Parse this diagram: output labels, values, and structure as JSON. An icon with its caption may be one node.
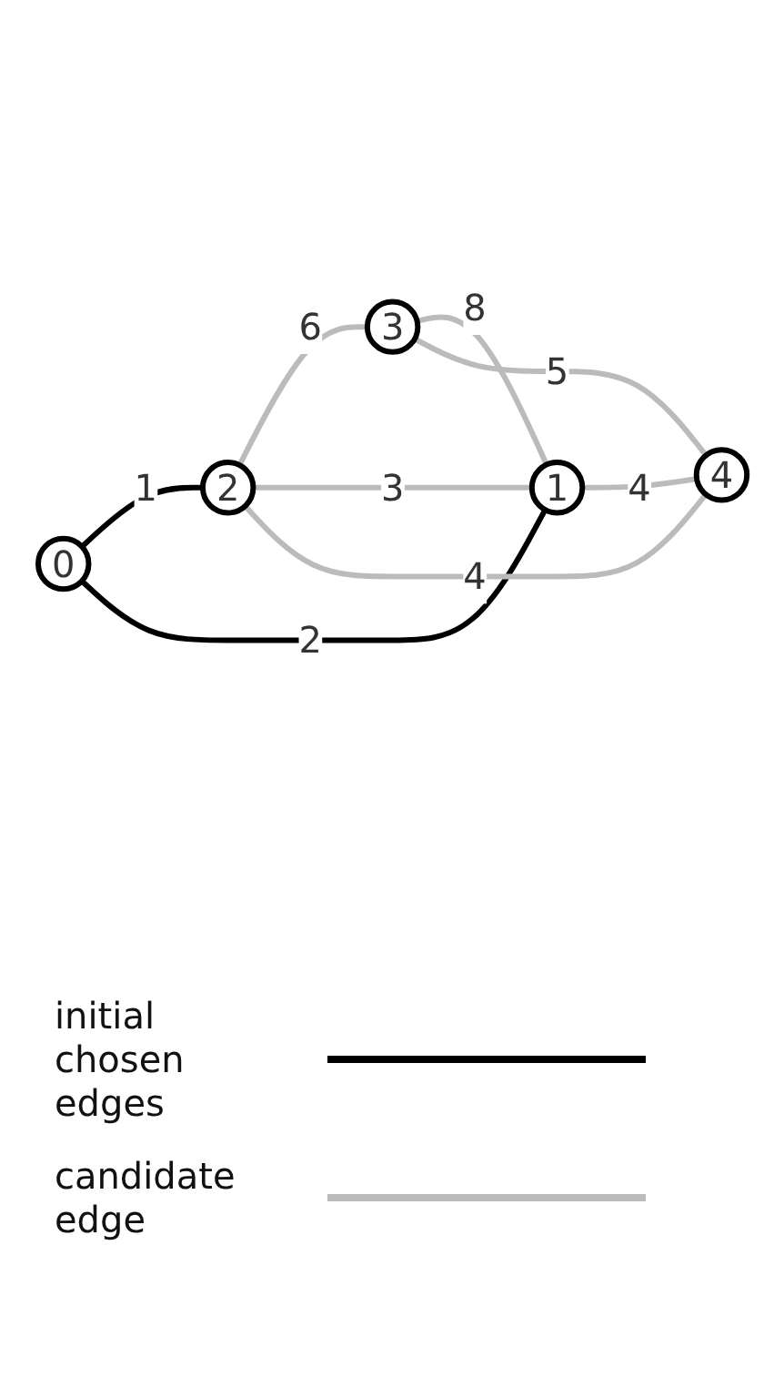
{
  "diagram": {
    "nodes": [
      {
        "text": [
          "0"
        ]
      },
      {
        "text": [
          "1"
        ]
      },
      {
        "text": [
          "2"
        ]
      },
      {
        "text": [
          "3"
        ]
      },
      {
        "text": [
          "4"
        ]
      }
    ],
    "edges": [
      {
        "from": 0,
        "to": 2,
        "arrow": "none",
        "label": "1",
        "color": "#000000"
      },
      {
        "from": 0,
        "to": 1,
        "arrow": "none",
        "label": "2",
        "color": "#000000"
      },
      {
        "from": 2,
        "to": 3,
        "arrow": "none",
        "label": "6"
      },
      {
        "from": 2,
        "to": 1,
        "arrow": "none",
        "label": "3"
      },
      {
        "from": 2,
        "to": 4,
        "arrow": "none",
        "label": "4"
      },
      {
        "from": 3,
        "to": 1,
        "arrow": "none",
        "label": "8"
      },
      {
        "from": 3,
        "to": 4,
        "arrow": "none",
        "label": "5"
      },
      {
        "from": 1,
        "to": 4,
        "arrow": "none",
        "label": "4"
      }
    ],
    "legend": [
      {
        "text": "initial chosen edges"
      },
      {
        "text": "candidate edge"
      }
    ]
  }
}
